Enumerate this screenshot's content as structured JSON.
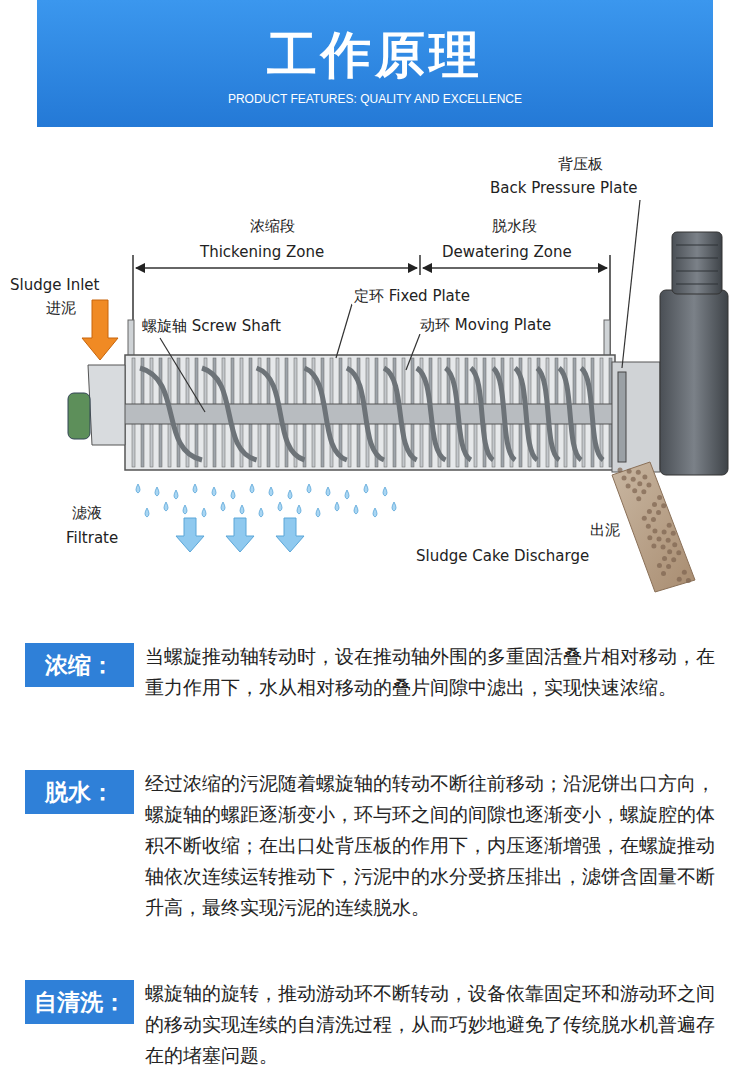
{
  "diagram": {
    "nodes": [
      {
        "text": [
          "工作原理",
          "PRODUCT FEATURES: QUALITY AND EXCELLENCE"
        ]
      },
      {
        "text": [
          "浓缩：",
          "当螺旋推动轴转动时，设在推动轴外围的多重固活叠片相对移动，在重力作用下，水从相对移动的叠片间隙中滤出，实现快速浓缩。"
        ]
      },
      {
        "text": [
          "脱水：",
          "经过浓缩的污泥随着螺旋轴的转动不断往前移动；沿泥饼出口方向，螺旋轴的螺距逐渐变小，环与环之间的间隙也逐渐变小，螺旋腔的体积不断收缩；在出口处背压板的作用下，内压逐渐增强，在螺旋推动轴依次连续运转推动下，污泥中的水分受挤压排出，滤饼含固量不断升高，最终实现污泥的连续脱水。"
        ]
      },
      {
        "text": [
          "自清洗：",
          "螺旋轴的旋转，推动游动环不断转动，设备依靠固定环和游动环之间的移动实现连续的自清洗过程，从而巧妙地避免了传统脱水机普遍存在的堵塞问题。"
        ]
      }
    ],
    "edges": [],
    "labels": [
      "背压板",
      "Back Pressure Plate",
      "浓缩段",
      "Thickening Zone",
      "脱水段",
      "Dewatering Zone",
      "Sludge Inlet",
      "进泥",
      "螺旋轴 Screw Shaft",
      "定环 Fixed Plate",
      "动环 Moving Plate",
      "滤液",
      "Filtrate",
      "出泥",
      "Sludge Cake Discharge"
    ]
  }
}
